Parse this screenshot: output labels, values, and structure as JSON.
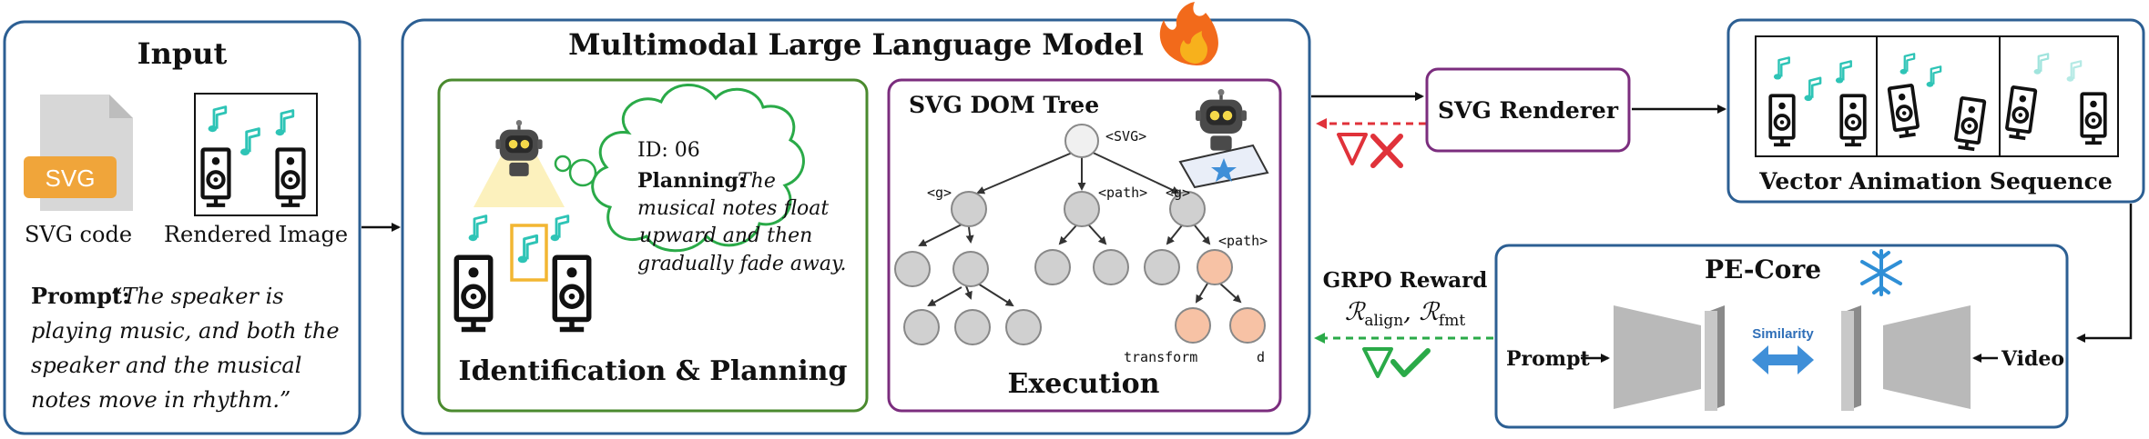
{
  "input": {
    "title": "Input",
    "svg_code_label": "SVG code",
    "svg_badge": "SVG",
    "rendered_image_label": "Rendered Image",
    "prompt_label": "Prompt:",
    "prompt_lines": [
      "“The speaker is",
      "playing music, and both the",
      "speaker and the musical",
      "notes move in rhythm.”"
    ]
  },
  "mllm": {
    "title": "Multimodal Large Language Model",
    "identification": {
      "title": "Identification & Planning",
      "id_text": "ID: 06",
      "planning_label": "Planning:",
      "planning_lines": [
        "The",
        "musical notes float",
        "upward and then",
        "gradually fade away."
      ]
    },
    "dom_tree": {
      "title": "SVG DOM Tree",
      "execution_label": "Execution",
      "root_label": "<SVG>",
      "node_labels": [
        "<g>",
        "<path>",
        "<g>",
        "<path>"
      ],
      "attr_labels": [
        "transform",
        "d"
      ]
    }
  },
  "renderer": {
    "label": "SVG Renderer"
  },
  "animation": {
    "title": "Vector Animation Sequence"
  },
  "pe_core": {
    "title": "PE-Core",
    "prompt_label": "Prompt",
    "video_label": "Video",
    "similarity_label": "Similarity"
  },
  "reward": {
    "title": "GRPO Reward",
    "terms": [
      "ℛ",
      "align",
      ", ℛ",
      "fmt"
    ]
  },
  "colors": {
    "panel_border": "#2c5f93",
    "identify_border": "#4a8a2e",
    "dom_border": "#7b2d7e",
    "renderer_border": "#7b2d7e",
    "note_teal": "#2ec4b6",
    "reward_green": "#2aaa48",
    "cross_red": "#e0323a",
    "highlight_orange": "#f2b632",
    "node_gray": "#d0d0d0",
    "node_peach": "#f7c2a5",
    "similarity_blue": "#3f8fd8",
    "flame": "#f26a1b",
    "snow": "#2f8fd6"
  }
}
